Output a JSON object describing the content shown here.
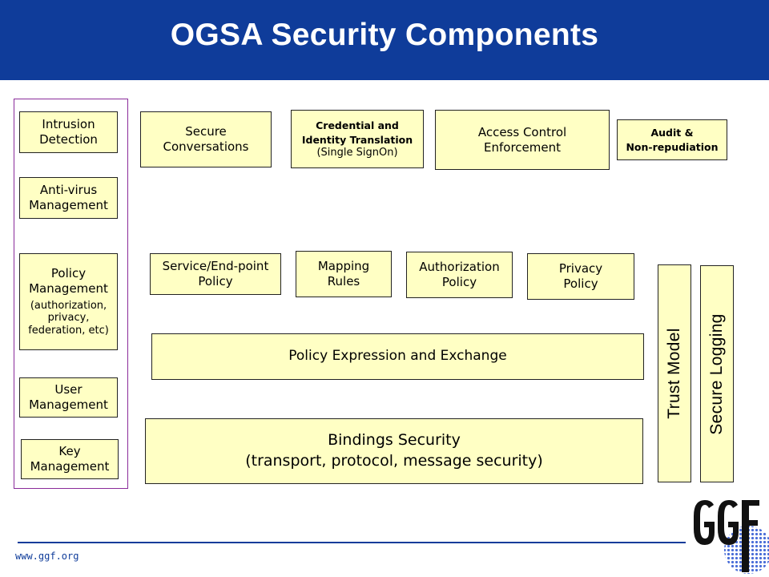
{
  "header": {
    "title": "OGSA Security Components"
  },
  "left_column": {
    "intrusion": [
      "Intrusion",
      "Detection"
    ],
    "antivirus": [
      "Anti-virus",
      "Management"
    ],
    "policy_mgmt": [
      "Policy",
      "Management",
      "(authorization,",
      "privacy,",
      "federation, etc)"
    ],
    "user_mgmt": [
      "User",
      "Management"
    ],
    "key_mgmt": [
      "Key",
      "Management"
    ]
  },
  "top_row": {
    "secure_conv": [
      "Secure",
      "Conversations"
    ],
    "credential": [
      "Credential and",
      "Identity Translation",
      "(Single SignOn)"
    ],
    "access_control": [
      "Access Control",
      "Enforcement"
    ],
    "audit": [
      "Audit &",
      "Non-repudiation"
    ]
  },
  "middle_row": {
    "service_policy": [
      "Service/End-point",
      "Policy"
    ],
    "mapping": [
      "Mapping",
      "Rules"
    ],
    "authz_policy": [
      "Authorization",
      "Policy"
    ],
    "privacy": [
      "Privacy",
      "Policy"
    ]
  },
  "policy_exchange": "Policy Expression and Exchange",
  "bindings": [
    "Bindings Security",
    "(transport, protocol, message security)"
  ],
  "vertical": {
    "trust_model": "Trust Model",
    "secure_logging": "Secure Logging"
  },
  "footer": {
    "url": "www.ggf.org",
    "logo_text": "GGF"
  },
  "colors": {
    "header_bg": "#0f3c9a",
    "box_fill": "#ffffc4",
    "frame": "#8a2b9a"
  }
}
